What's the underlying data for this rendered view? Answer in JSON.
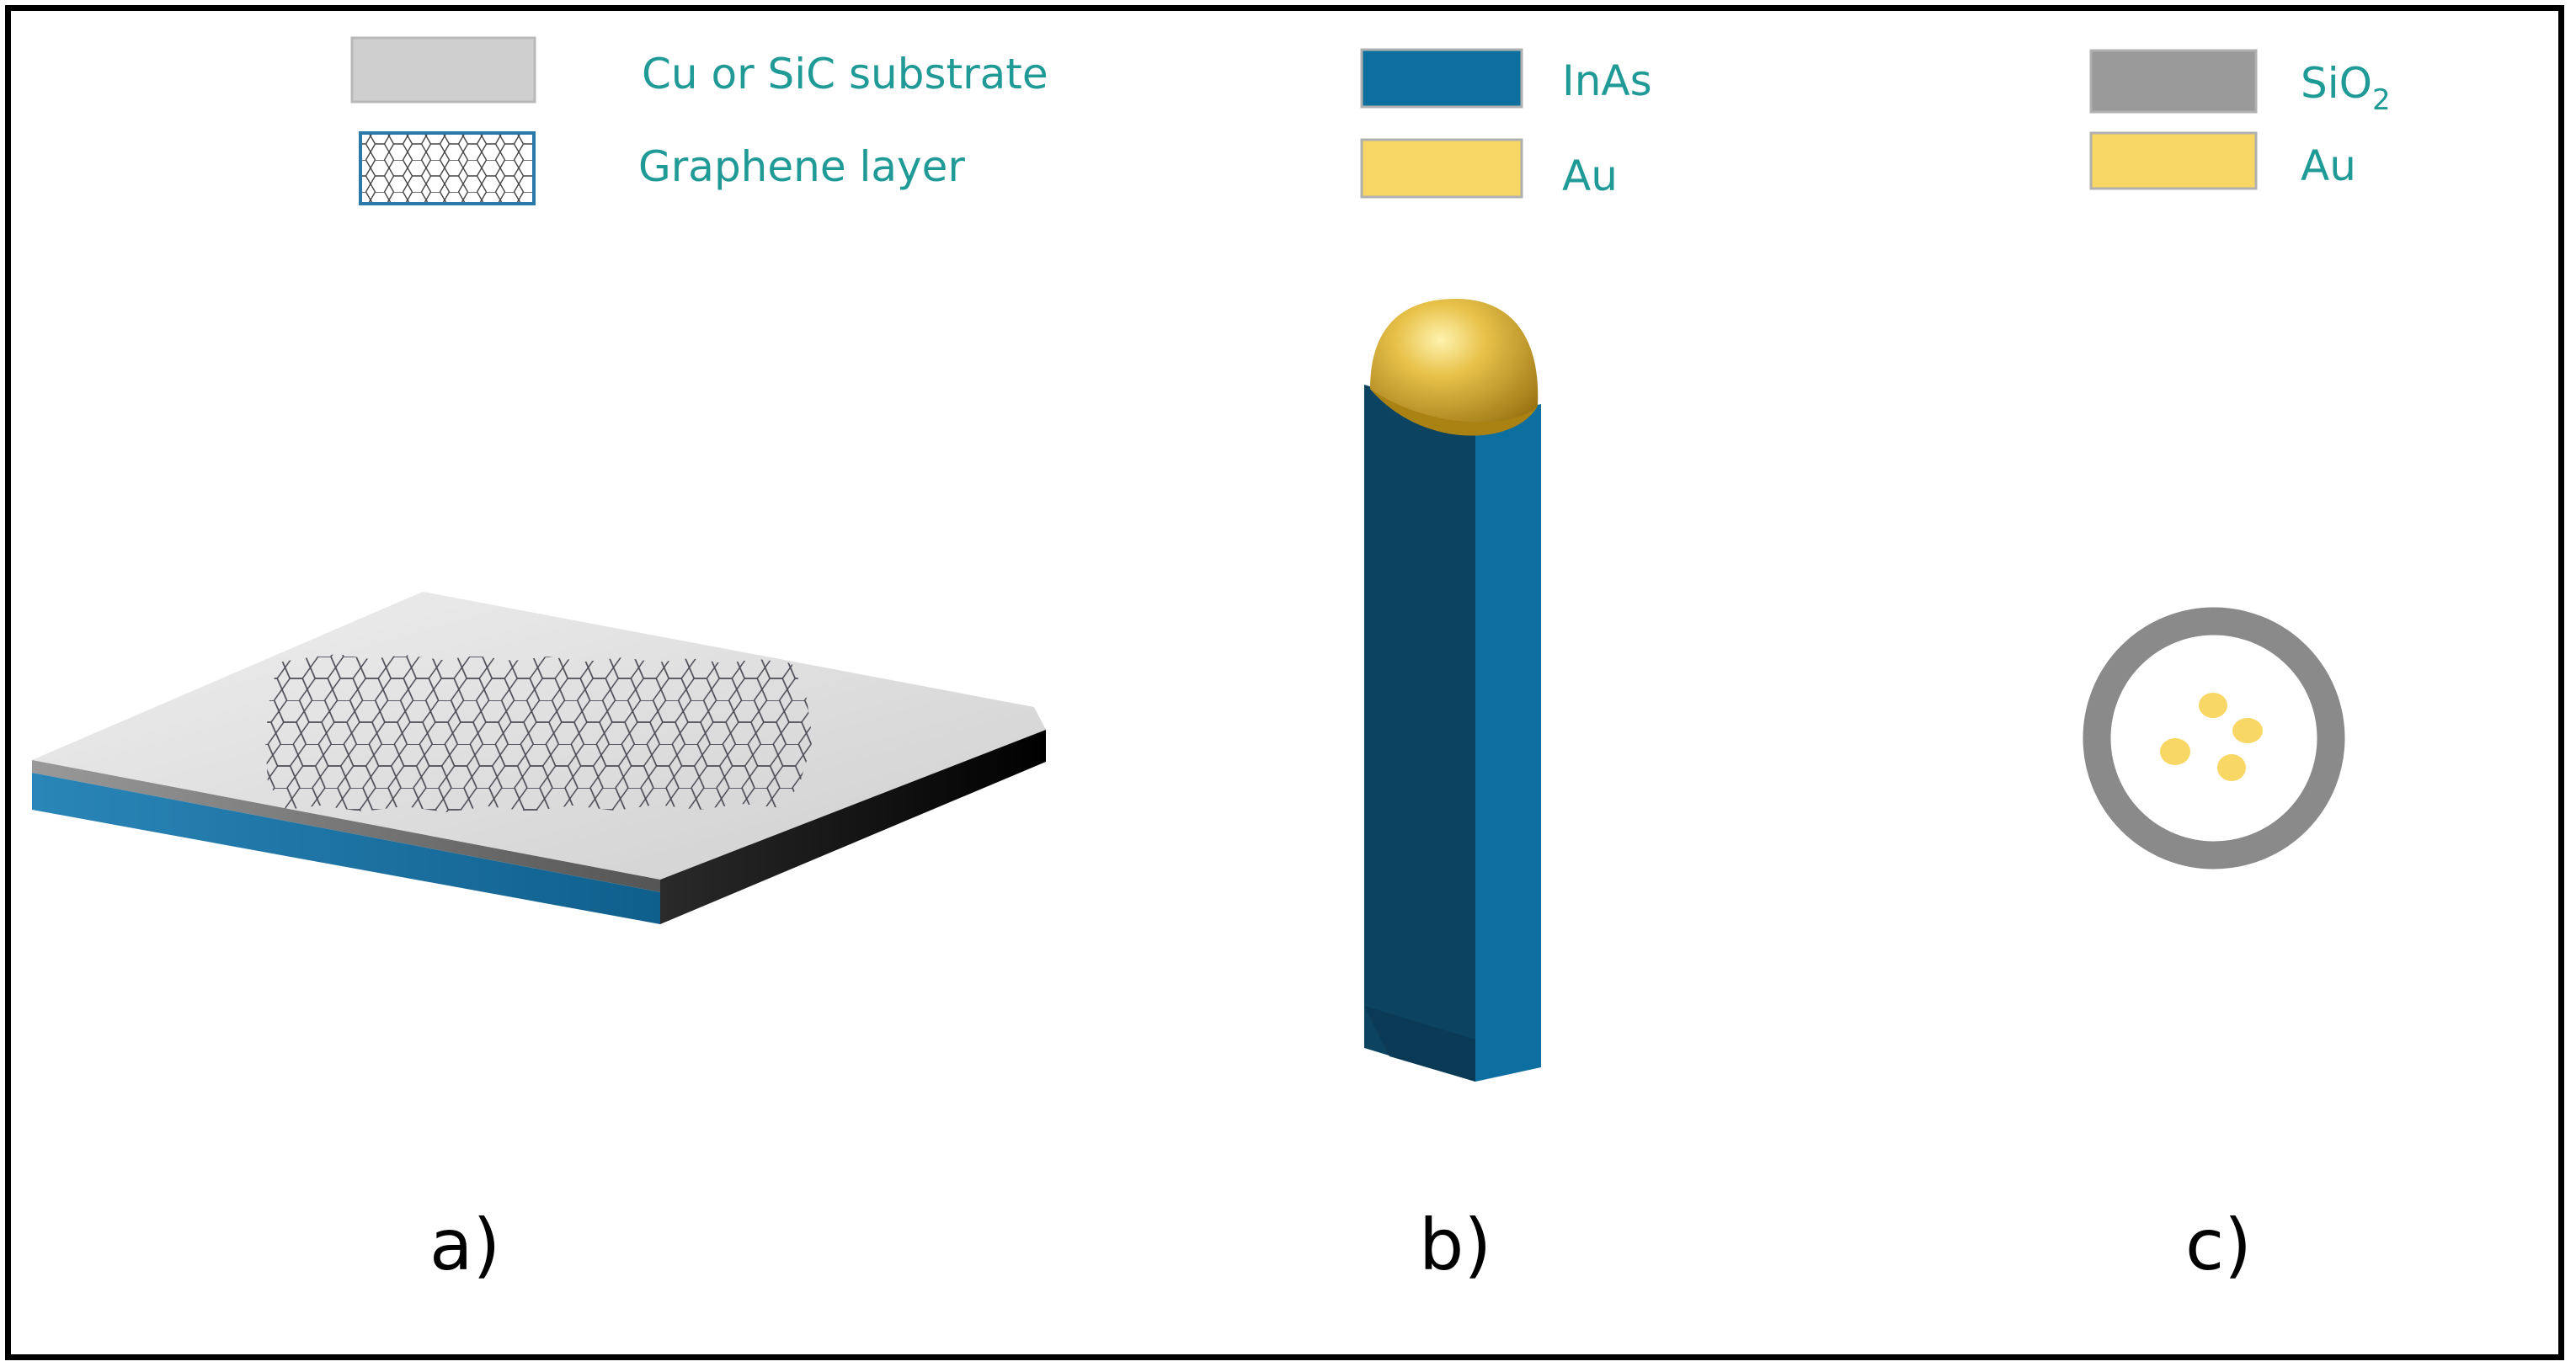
{
  "colors": {
    "teal_text": "#1f9a96",
    "substrate": "#cfcfcf",
    "inas": "#0d6fa0",
    "au": "#f9d765",
    "sio2": "#8a8a8a"
  },
  "legend": {
    "substrate": "Cu or SiC substrate",
    "graphene": "Graphene layer",
    "inas": "InAs",
    "au_b": "Au",
    "sio2_base": "SiO",
    "sio2_sub": "2",
    "au_c": "Au"
  },
  "panels": {
    "a": "a)",
    "b": "b)",
    "c": "c)"
  },
  "icons": [
    "graphene-hexagon-icon"
  ]
}
